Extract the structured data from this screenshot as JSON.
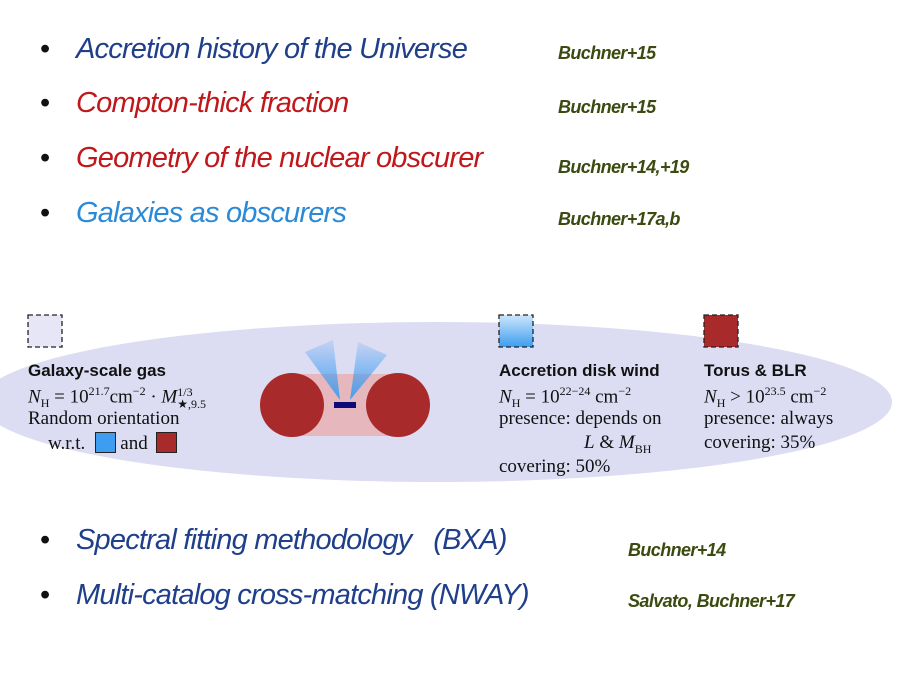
{
  "bullets_top": [
    {
      "text": "Accretion history of the Universe",
      "ref": "Buchner+15",
      "color": "#1f3f8a"
    },
    {
      "text": "Compton-thick fraction",
      "ref": "Buchner+15",
      "color": "#c0171b"
    },
    {
      "text": "Geometry of the nuclear obscurer",
      "ref": "Buchner+14,+19",
      "color": "#c0171b"
    },
    {
      "text": "Galaxies as obscurers",
      "ref": "Buchner+17a,b",
      "color": "#2b8ad8"
    }
  ],
  "bullets_bottom": [
    {
      "text": "Spectral fitting methodology   (BXA)",
      "ref": "Buchner+14"
    },
    {
      "text": "Multi-catalog cross-matching (NWAY)",
      "ref": "Salvato, Buchner+17"
    }
  ],
  "bullet_symbol": "•",
  "diagram": {
    "galaxy": {
      "title": "Galaxy-scale gas",
      "nh_sym": "N",
      "nh_sub": "H",
      "nh_eq": " = 10",
      "nh_exp": "21.7",
      "nh_unit": "cm",
      "nh_unit_exp": "−2",
      "nh_dot": " · ",
      "m_sym": "M",
      "m_exp": "1/3",
      "m_sub": "★,9.5",
      "line2": "Random orientation",
      "line3a": "w.r.t.",
      "line3b": "and"
    },
    "wind": {
      "title": "Accretion disk wind",
      "nh_sym": "N",
      "nh_sub": "H",
      "nh_eq": " = 10",
      "nh_exp": "22−24",
      "nh_unit": " cm",
      "nh_unit_exp": "−2",
      "line2": "presence: depends on",
      "l_sym": "L",
      "amp": " & ",
      "m_sym": "M",
      "m_sub": "BH",
      "line4": "covering: 50%"
    },
    "torus": {
      "title": "Torus & BLR",
      "nh_sym": "N",
      "nh_sub": "H",
      "nh_eq": " > 10",
      "nh_exp": "23.5",
      "nh_unit": " cm",
      "nh_unit_exp": "−2",
      "line2": "presence: always",
      "line3": "covering: 35%"
    },
    "colors": {
      "ellipse": "#dcdcf3",
      "torus": "#a82a2a",
      "wind": "#3d9df0",
      "galaxy_box": "#e6e6f6",
      "disk": "#0b0b7a"
    }
  }
}
